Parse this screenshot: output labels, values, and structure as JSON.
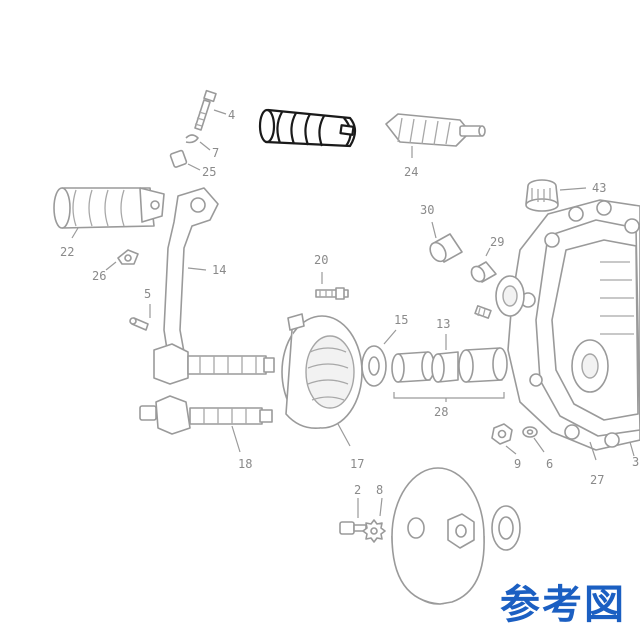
{
  "colors": {
    "line": "#9a9a9a",
    "highlight": "#1a1a1a",
    "watermark": "#1b5fc2"
  },
  "callouts": {
    "n4": "4",
    "n7": "7",
    "n25": "25",
    "n24": "24",
    "n43": "43",
    "n22": "22",
    "n26": "26",
    "n14": "14",
    "n5": "5",
    "n30": "30",
    "n29": "29",
    "n20": "20",
    "n15": "15",
    "n13": "13",
    "n28": "28",
    "n18": "18",
    "n17": "17",
    "n9": "9",
    "n6": "6",
    "n27": "27",
    "n3": "3",
    "n2": "2",
    "n8": "8"
  },
  "watermark": "参考図"
}
